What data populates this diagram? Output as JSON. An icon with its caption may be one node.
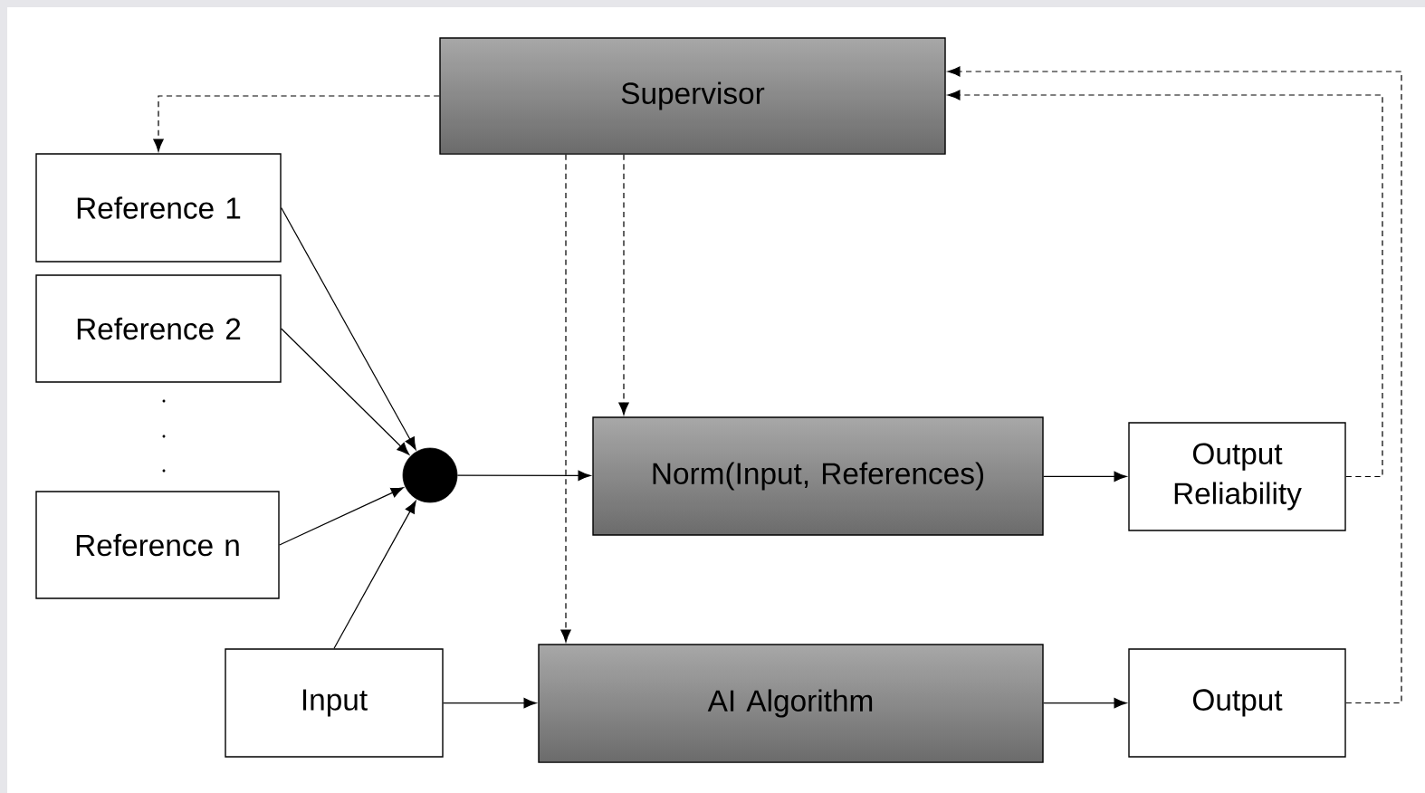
{
  "diagram": {
    "nodes": [
      {
        "text": [
          "Supervisor"
        ]
      },
      {
        "text": [
          "Reference 1"
        ]
      },
      {
        "text": [
          "Reference 2"
        ]
      },
      {
        "text": [
          "Reference n"
        ]
      },
      {
        "text": [],
        "shape": "circle"
      },
      {
        "text": [
          "Norm(Input, References)"
        ]
      },
      {
        "text": [
          "Output Reliability"
        ]
      },
      {
        "text": [
          "Input"
        ]
      },
      {
        "text": [
          "AI Algorithm"
        ]
      },
      {
        "text": [
          "Output"
        ]
      }
    ],
    "edges": [
      {
        "from": 0,
        "to": 1,
        "arrow": "to",
        "style": "dashed"
      },
      {
        "from": 0,
        "to": 5,
        "arrow": "to",
        "style": "dashed"
      },
      {
        "from": 0,
        "to": 8,
        "arrow": "to",
        "style": "dashed"
      },
      {
        "from": 1,
        "to": 4,
        "arrow": "to"
      },
      {
        "from": 2,
        "to": 4,
        "arrow": "to"
      },
      {
        "from": 3,
        "to": 4,
        "arrow": "to"
      },
      {
        "from": 7,
        "to": 4,
        "arrow": "to"
      },
      {
        "from": 4,
        "to": 5,
        "arrow": "to"
      },
      {
        "from": 5,
        "to": 6,
        "arrow": "to"
      },
      {
        "from": 7,
        "to": 8,
        "arrow": "to"
      },
      {
        "from": 8,
        "to": 9,
        "arrow": "to"
      },
      {
        "from": 6,
        "to": 0,
        "arrow": "to",
        "style": "dashed"
      },
      {
        "from": 9,
        "to": 0,
        "arrow": "to",
        "style": "dashed"
      }
    ]
  }
}
